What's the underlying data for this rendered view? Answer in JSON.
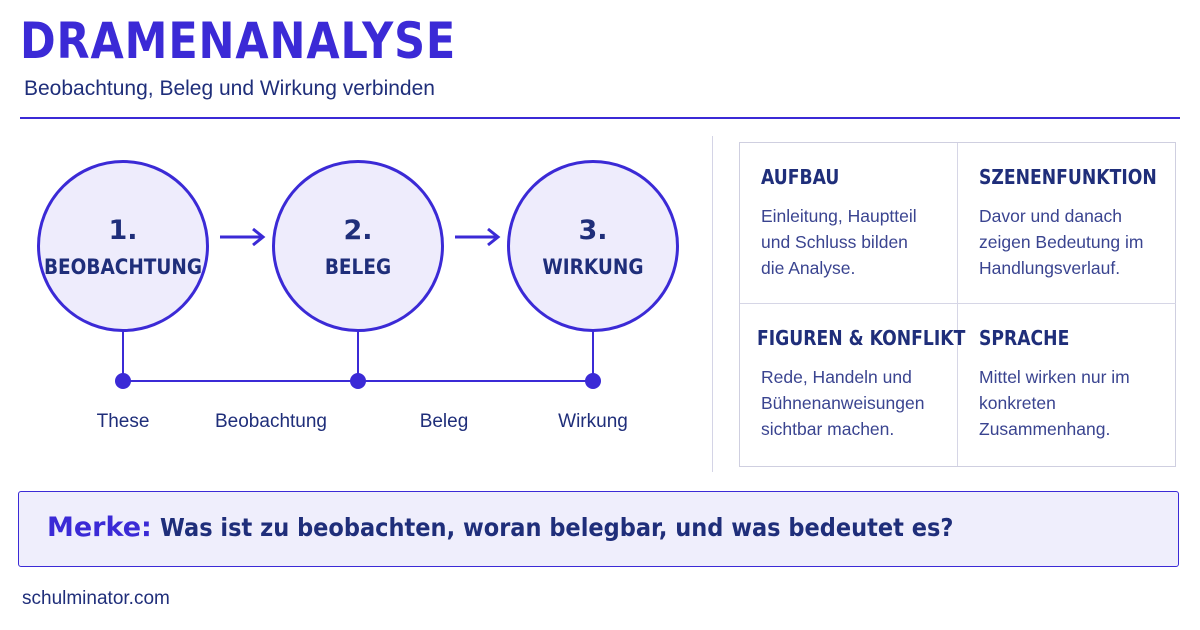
{
  "header": {
    "title": "DRAMENANALYSE",
    "subtitle": "Beobachtung, Beleg und Wirkung verbinden"
  },
  "flow": {
    "steps": [
      {
        "number": "1.",
        "label": "BEOBACHTUNG"
      },
      {
        "number": "2.",
        "label": "BELEG"
      },
      {
        "number": "3.",
        "label": "WIRKUNG"
      }
    ],
    "timeline_labels": [
      "These",
      "Beobachtung",
      "Beleg",
      "Wirkung"
    ]
  },
  "cards": [
    {
      "title": "AUFBAU",
      "text": "Einleitung, Hauptteil\nund Schluss bilden\ndie Analyse."
    },
    {
      "title": "SZENENFUNKTION",
      "text": "Davor und danach\nzeigen Bedeutung im\nHandlungsverlauf."
    },
    {
      "title": "FIGUREN & KONFLIKT",
      "text": "Rede, Handeln und\nBühnenanweisungen\nsichtbar machen."
    },
    {
      "title": "SPRACHE",
      "text": "Mittel wirken nur im\nkonkreten\nZusammenhang."
    }
  ],
  "merke": {
    "label": "Merke:",
    "text": "Was ist zu beobachten, woran belegbar, und was bedeutet es?"
  },
  "footer": {
    "site": "schulminator.com"
  },
  "colors": {
    "accent": "#3b2ad6",
    "dark": "#1f2e7a",
    "circle_fill": "#eeecfc"
  }
}
